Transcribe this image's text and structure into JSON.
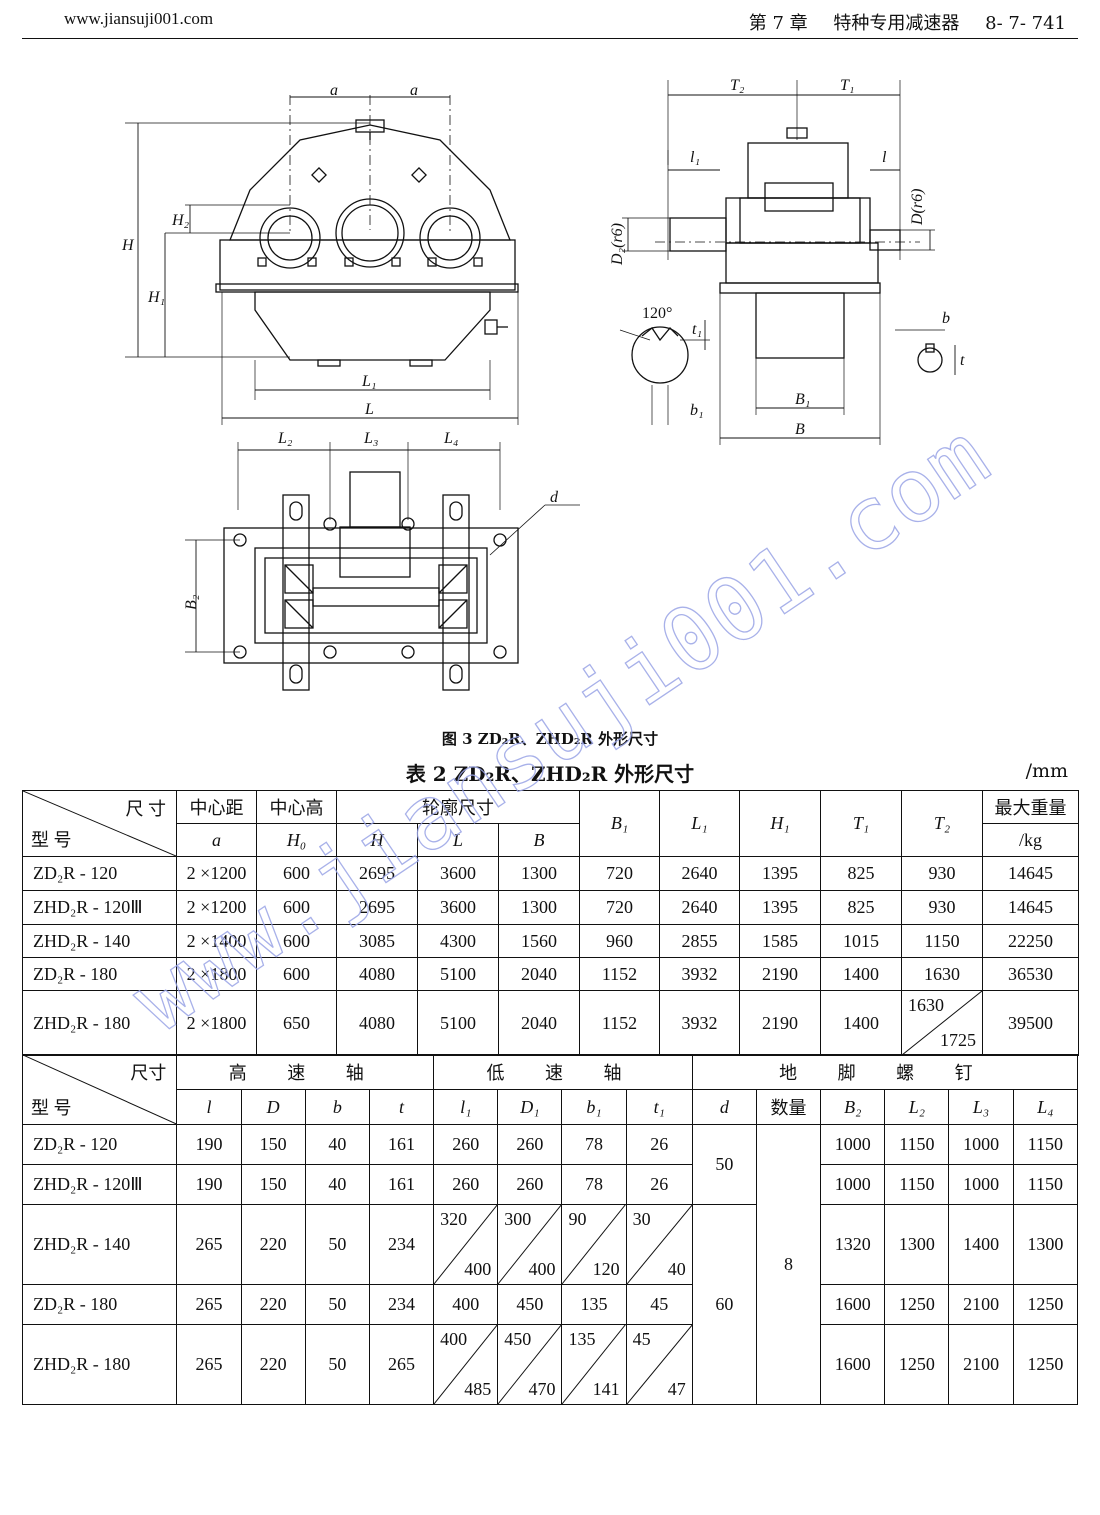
{
  "header": {
    "site": "www.jiansuji001.com",
    "chapter": "第 7 章",
    "chapter_title": "特种专用减速器",
    "page_no": "8- 7- 741"
  },
  "figure": {
    "caption": "图 3  ZD₂R、ZHD₂R 外形尺寸",
    "labels": {
      "a": "a",
      "H": "H",
      "H1": "H₁",
      "H2": "H₂",
      "L1": "L₁",
      "L": "L",
      "L2": "L₂",
      "L3": "L₃",
      "L4": "L₄",
      "B2": "B₂",
      "d": "d",
      "T1": "T₁",
      "T2": "T₂",
      "l1": "l₁",
      "l": "l",
      "D2r6": "D₂(r6)",
      "Dr6": "D(r6)",
      "angle": "120°",
      "t1": "t₁",
      "b1": "b₁",
      "B1": "B₁",
      "B": "B",
      "b": "b",
      "t": "t"
    }
  },
  "watermark": "www.jiansuji001.com",
  "table1": {
    "title": "表 2    ZD₂R、ZHD₂R 外形尺寸",
    "unit": "/mm",
    "corner_top": "尺  寸",
    "corner_bottom": "型 号",
    "h_center_dist": "中心距",
    "h_center_height": "中心高",
    "h_outline": "轮廓尺寸",
    "h_max_weight": "最大重量",
    "sub_a": "a",
    "sub_H0": "H₀",
    "sub_H": "H",
    "sub_B": "B",
    "sub_kg": "/kg",
    "h_B1": "B₁",
    "h_L1": "L₁",
    "h_H1": "H₁",
    "h_T1": "T₁",
    "h_T2": "T₂",
    "rows": [
      {
        "model": "ZD₂R - 120",
        "a": "2 ×1200",
        "H0": "600",
        "H": "2695",
        "L": "3600",
        "B": "1300",
        "B1": "720",
        "L1": "2640",
        "H1": "1395",
        "T1": "825",
        "T2": "930",
        "W": "14645"
      },
      {
        "model": "ZHD₂R - 120Ⅲ",
        "a": "2 ×1200",
        "H0": "600",
        "H": "2695",
        "L": "3600",
        "B": "1300",
        "B1": "720",
        "L1": "2640",
        "H1": "1395",
        "T1": "825",
        "T2": "930",
        "W": "14645"
      },
      {
        "model": "ZHD₂R - 140",
        "a": "2 ×1400",
        "H0": "600",
        "H": "3085",
        "L": "4300",
        "B": "1560",
        "B1": "960",
        "L1": "2855",
        "H1": "1585",
        "T1": "1015",
        "T2": "1150",
        "W": "22250"
      },
      {
        "model": "ZD₂R - 180",
        "a": "2 ×1800",
        "H0": "600",
        "H": "4080",
        "L": "5100",
        "B": "2040",
        "B1": "1152",
        "L1": "3932",
        "H1": "2190",
        "T1": "1400",
        "T2": "1630",
        "W": "36530"
      },
      {
        "model": "ZHD₂R - 180",
        "a": "2 ×1800",
        "H0": "650",
        "H": "4080",
        "L": "5100",
        "B": "2040",
        "B1": "1152",
        "L1": "3932",
        "H1": "2190",
        "T1": "1400",
        "T2a": "1630",
        "T2b": "1725",
        "W": "39500"
      }
    ]
  },
  "table2": {
    "corner_top": "尺寸",
    "corner_bottom": "型 号",
    "h_high": "高 速 轴",
    "h_low": "低 速 轴",
    "h_bolt": "地 脚 螺 钉",
    "sub_l": "l",
    "sub_D": "D",
    "sub_b": "b",
    "sub_t": "t",
    "sub_l1": "l₁",
    "sub_D1": "D₁",
    "sub_b1": "b₁",
    "sub_t1": "t₁",
    "sub_d": "d",
    "sub_qty": "数量",
    "sub_B2": "B₂",
    "sub_L2": "L₂",
    "sub_L3": "L₃",
    "sub_L4": "L₄",
    "d_group1": "50",
    "d_group2": "60",
    "qty": "8",
    "rows": [
      {
        "model": "ZD₂R - 120",
        "l": "190",
        "D": "150",
        "b": "40",
        "t": "161",
        "l1": "260",
        "D1": "260",
        "b1": "78",
        "t1": "26",
        "B2": "1000",
        "L2": "1150",
        "L3": "1000",
        "L4": "1150"
      },
      {
        "model": "ZHD₂R - 120Ⅲ",
        "l": "190",
        "D": "150",
        "b": "40",
        "t": "161",
        "l1": "260",
        "D1": "260",
        "b1": "78",
        "t1": "26",
        "B2": "1000",
        "L2": "1150",
        "L3": "1000",
        "L4": "1150"
      },
      {
        "model": "ZHD₂R - 140",
        "l": "265",
        "D": "220",
        "b": "50",
        "t": "234",
        "l1a": "320",
        "l1b": "400",
        "D1a": "300",
        "D1b": "400",
        "b1a": "90",
        "b1b": "120",
        "t1a": "30",
        "t1b": "40",
        "B2": "1320",
        "L2": "1300",
        "L3": "1400",
        "L4": "1300"
      },
      {
        "model": "ZD₂R - 180",
        "l": "265",
        "D": "220",
        "b": "50",
        "t": "234",
        "l1": "400",
        "D1": "450",
        "b1": "135",
        "t1": "45",
        "B2": "1600",
        "L2": "1250",
        "L3": "2100",
        "L4": "1250"
      },
      {
        "model": "ZHD₂R - 180",
        "l": "265",
        "D": "220",
        "b": "50",
        "t": "265",
        "l1a": "400",
        "l1b": "485",
        "D1a": "450",
        "D1b": "470",
        "b1a": "135",
        "b1b": "141",
        "t1a": "45",
        "t1b": "47",
        "B2": "1600",
        "L2": "1250",
        "L3": "2100",
        "L4": "1250"
      }
    ]
  }
}
